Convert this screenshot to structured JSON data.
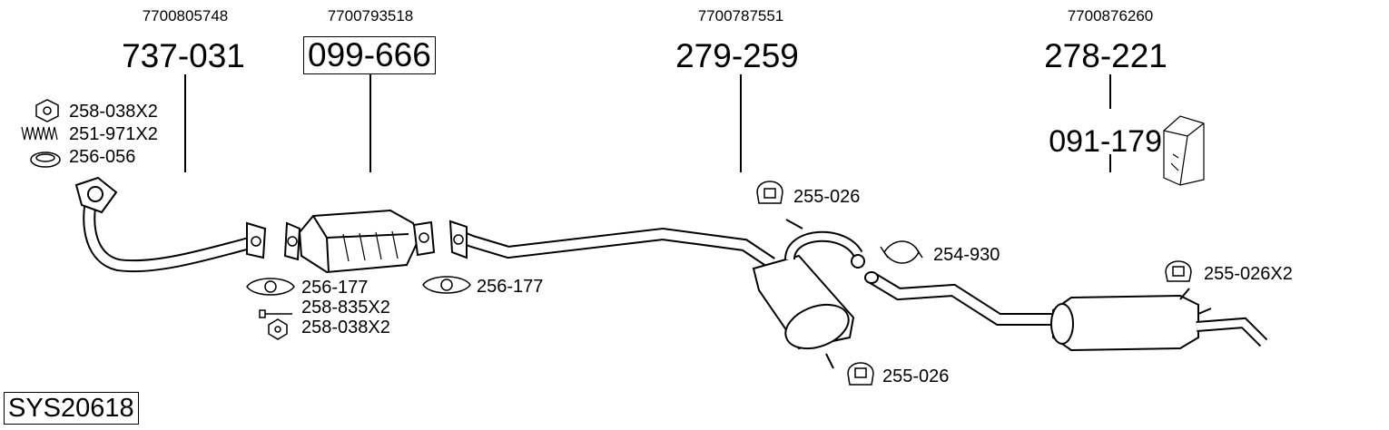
{
  "diagram_id": "SYS20618",
  "columns": [
    {
      "oe_number": "7700805748",
      "part_number": "737-031"
    },
    {
      "oe_number": "7700793518",
      "part_number": "099-666"
    },
    {
      "oe_number": "7700787551",
      "part_number": "279-259"
    },
    {
      "oe_number": "7700876260",
      "part_number": "278-221"
    }
  ],
  "kit_part": "091-179",
  "fittings": {
    "nut_top": "258-038X2",
    "spring": "251-971X2",
    "ring": "256-056",
    "gasket_left": "256-177",
    "bolt": "258-835X2",
    "nut_bottom": "258-038X2",
    "gasket_right": "256-177",
    "hanger_upper": "255-026",
    "clamp": "254-930",
    "hanger_rear": "255-026X2",
    "hanger_lower": "255-026"
  }
}
